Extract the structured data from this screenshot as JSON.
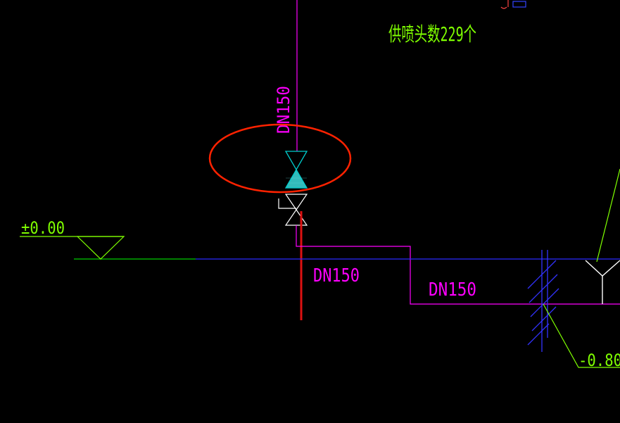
{
  "labels": {
    "sprinkler_count": "供喷头数229个",
    "pipe_vertical": "DN150",
    "pipe_horizontal_1": "DN150",
    "pipe_horizontal_2": "DN150",
    "elevation_zero": "±0.00",
    "elevation_depth": "-0.80"
  },
  "colors": {
    "background": "#000000",
    "pipe_magenta": "#ff00ff",
    "ground_blue": "#2a2aff",
    "text_green": "#7fff00",
    "valve_cyan": "#00cccc",
    "valve_white": "#ffffff",
    "pipe_red": "#dd1111",
    "highlight_red": "#ff2200",
    "hatch_blue": "#3333ff"
  }
}
